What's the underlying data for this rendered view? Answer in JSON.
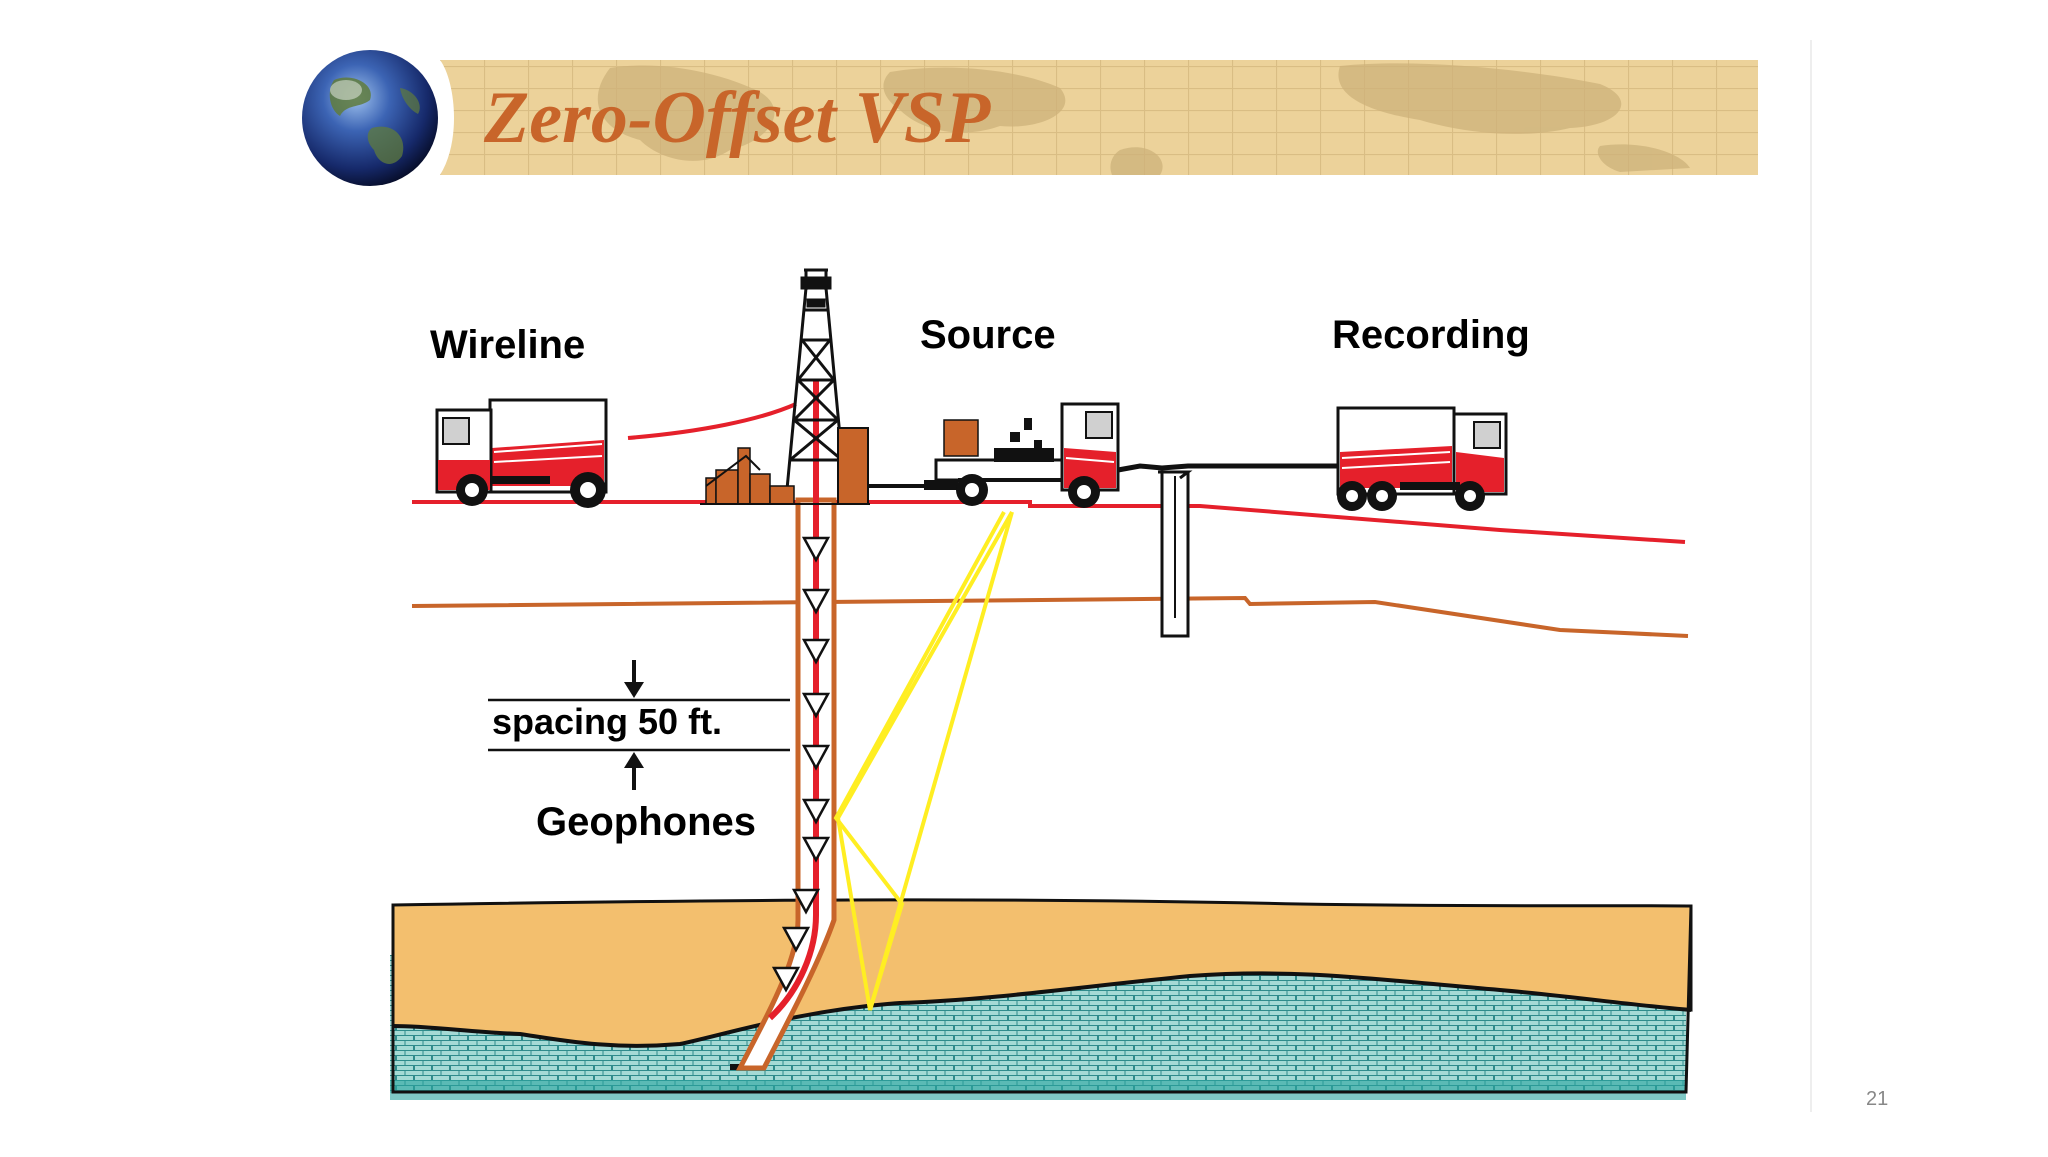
{
  "slide": {
    "title": "Zero-Offset VSP",
    "page_number": "21"
  },
  "diagram": {
    "labels": {
      "wireline": "Wireline",
      "source": "Source",
      "recording": "Recording",
      "spacing": "spacing 50 ft.",
      "geophones": "Geophones"
    },
    "colors": {
      "title_text": "#c8652a",
      "banner": "#ecd29a",
      "map_lines": "#cdb27a",
      "surface_line": "#e5202b",
      "ray_path": "#ffee22",
      "upper_layer": "#f3bf6e",
      "lower_layer": "#9fd8d3",
      "truck_red": "#e5202b",
      "derrick": "#111111",
      "borehole": "#c8652a"
    },
    "icons": [
      "globe-icon",
      "truck-icon",
      "derrick-icon",
      "geophone-icon",
      "arrow-down-icon",
      "arrow-up-icon"
    ]
  }
}
